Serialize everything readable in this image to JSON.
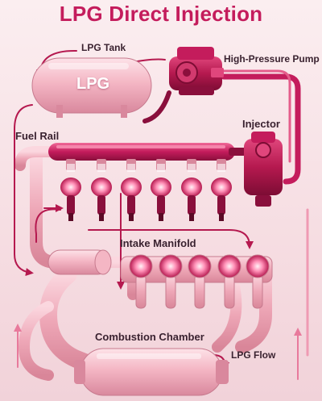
{
  "title": "LPG Direct Injection",
  "labels": {
    "lpg_tank": "LPG Tank",
    "tank_marking": "LPG",
    "high_pressure_pump": "High-Pressure Pump",
    "fuel_rail": "Fuel Rail",
    "injector": "Injector",
    "intake_manifold": "Intake Manifold",
    "combustion_chamber": "Combustion Chamber",
    "lpg_flow": "LPG Flow"
  },
  "colors": {
    "accent": "#c41c5c",
    "pipe_pink": "#f0b3c2",
    "component_magenta": "#b5194f",
    "background": "#f6dde2"
  }
}
